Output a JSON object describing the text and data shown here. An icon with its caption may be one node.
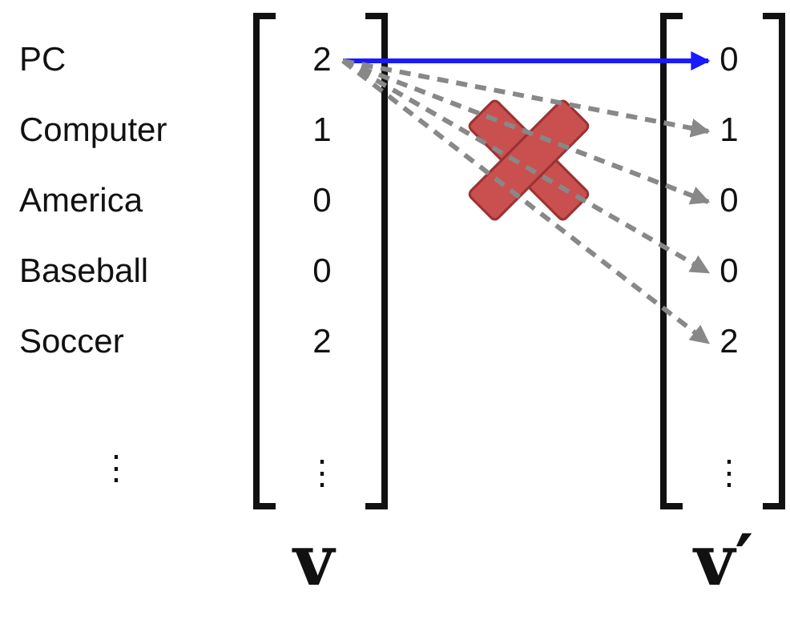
{
  "diagram": {
    "nodes": [
      {
        "text": [
          "2"
        ]
      },
      {
        "text": [
          "1"
        ]
      },
      {
        "text": [
          "0"
        ]
      },
      {
        "text": [
          "0"
        ]
      },
      {
        "text": [
          "2"
        ]
      },
      {
        "text": [
          "⋮"
        ]
      },
      {
        "text": [
          "0"
        ]
      },
      {
        "text": [
          "1"
        ]
      },
      {
        "text": [
          "0"
        ]
      },
      {
        "text": [
          "0"
        ]
      },
      {
        "text": [
          "2"
        ]
      },
      {
        "text": [
          "⋮"
        ]
      }
    ],
    "edges": [
      {
        "from": 0,
        "to": 6,
        "arrow": "to",
        "color": "#1a1aff"
      },
      {
        "from": 0,
        "to": 7,
        "arrow": "to",
        "style": "dashed"
      },
      {
        "from": 0,
        "to": 8,
        "arrow": "to",
        "style": "dashed"
      },
      {
        "from": 0,
        "to": 9,
        "arrow": "to",
        "style": "dashed"
      },
      {
        "from": 0,
        "to": 10,
        "arrow": "to",
        "style": "dashed"
      }
    ],
    "labels": [
      "PC",
      "Computer",
      "America",
      "Baseball",
      "Soccer",
      "⋮",
      "v",
      "v′"
    ]
  }
}
